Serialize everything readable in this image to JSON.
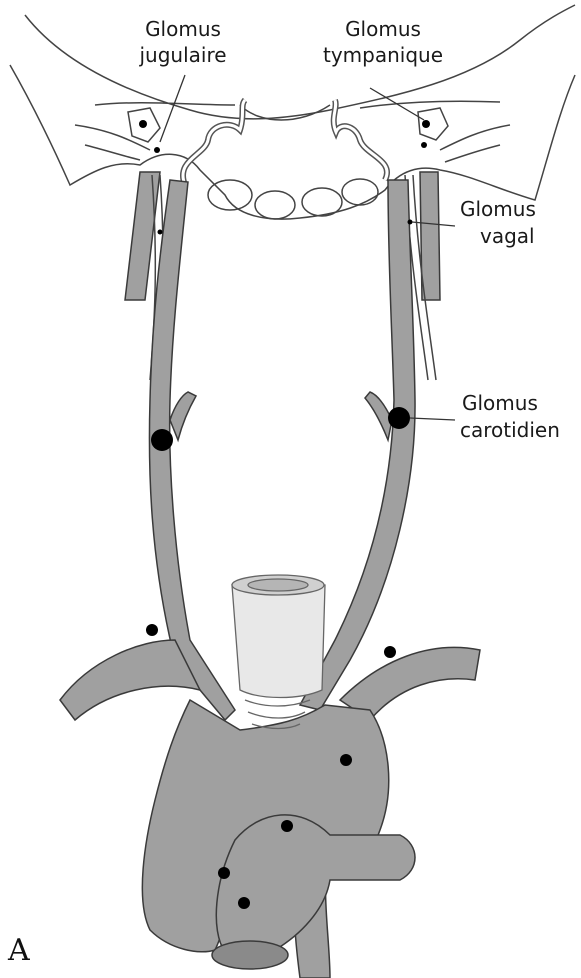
{
  "labels": {
    "jugulaire_l1": "Glomus",
    "jugulaire_l2": "jugulaire",
    "tympanique_l1": "Glomus",
    "tympanique_l2": "tympanique",
    "vagal_l1": "Glomus",
    "vagal_l2": "vagal",
    "carotidien_l1": "Glomus",
    "carotidien_l2": "carotidien"
  },
  "panel_letter": "A",
  "colors": {
    "vessel": "#a0a0a0",
    "vessel_stroke": "#3a3a3a",
    "glomus": "#000000",
    "line": "#333333",
    "background": "#ffffff"
  }
}
